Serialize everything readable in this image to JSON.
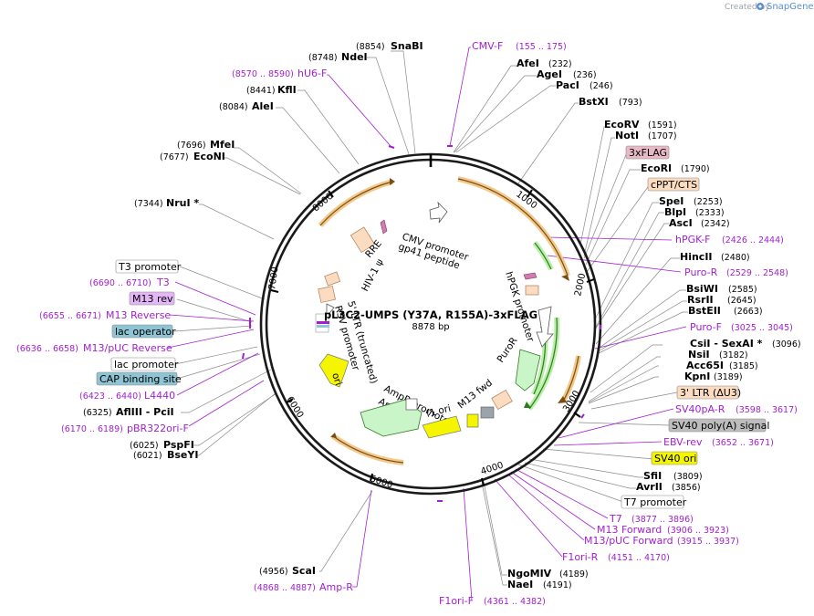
{
  "header": {
    "created_by": "Created by",
    "brand": "SnapGene"
  },
  "plasmid": {
    "name": "pL3C2-UMPS (Y37A, R155A)-3xFLAG",
    "length": "8878 bp"
  },
  "ticks": [
    "1000",
    "2000",
    "3000",
    "4000",
    "5000",
    "6000",
    "7000",
    "8000"
  ],
  "sites": [
    {
      "name": "SnaBI",
      "pos": "(8854)"
    },
    {
      "name": "NdeI",
      "pos": "(8748)"
    },
    {
      "name": "KflI",
      "pos": "(8441)"
    },
    {
      "name": "AleI",
      "pos": "(8084)"
    },
    {
      "name": "MfeI",
      "pos": "(7696)"
    },
    {
      "name": "EcoNI",
      "pos": "(7677)"
    },
    {
      "name": "NruI *",
      "pos": "(7344)"
    },
    {
      "name": "AfeI",
      "pos": "(232)"
    },
    {
      "name": "AgeI",
      "pos": "(236)"
    },
    {
      "name": "PacI",
      "pos": "(246)"
    },
    {
      "name": "BstXI",
      "pos": "(793)"
    },
    {
      "name": "EcoRV",
      "pos": "(1591)"
    },
    {
      "name": "NotI",
      "pos": "(1707)"
    },
    {
      "name": "EcoRI",
      "pos": "(1790)"
    },
    {
      "name": "SpeI",
      "pos": "(2253)"
    },
    {
      "name": "BlpI",
      "pos": "(2333)"
    },
    {
      "name": "AscI",
      "pos": "(2342)"
    },
    {
      "name": "HincII",
      "pos": "(2480)"
    },
    {
      "name": "BsiWI",
      "pos": "(2585)"
    },
    {
      "name": "RsrII",
      "pos": "(2645)"
    },
    {
      "name": "BstEII",
      "pos": "(2663)"
    },
    {
      "name": "CsiI  - SexAI *",
      "pos": "(3096)"
    },
    {
      "name": "NsiI",
      "pos": "(3182)"
    },
    {
      "name": "Acc65I",
      "pos": "(3185)"
    },
    {
      "name": "KpnI",
      "pos": "(3189)"
    },
    {
      "name": "SfiI",
      "pos": "(3809)"
    },
    {
      "name": "AvrII",
      "pos": "(3856)"
    },
    {
      "name": "NgoMIV",
      "pos": "(4189)"
    },
    {
      "name": "NaeI",
      "pos": "(4191)"
    },
    {
      "name": "ScaI",
      "pos": "(4956)"
    },
    {
      "name": "PspFI",
      "pos": "(6025)"
    },
    {
      "name": "BseYI",
      "pos": "(6021)"
    },
    {
      "name": "AflIII  - PciI",
      "pos": "(6325)"
    }
  ],
  "primers": [
    {
      "name": "CMV-F",
      "pos": "(155 .. 175)"
    },
    {
      "name": "hU6-F",
      "pos": "(8570 .. 8590)"
    },
    {
      "name": "hPGK-F",
      "pos": "(2426 .. 2444)"
    },
    {
      "name": "Puro-R",
      "pos": "(2529 .. 2548)"
    },
    {
      "name": "Puro-F",
      "pos": "(3025 .. 3045)"
    },
    {
      "name": "SV40pA-R",
      "pos": "(3598 .. 3617)"
    },
    {
      "name": "EBV-rev",
      "pos": "(3652 .. 3671)"
    },
    {
      "name": "T7",
      "pos": "(3877 .. 3896)"
    },
    {
      "name": "M13 Forward",
      "pos": "(3906 .. 3923)"
    },
    {
      "name": "M13/pUC Forward",
      "pos": "(3915 .. 3937)"
    },
    {
      "name": "F1ori-R",
      "pos": "(4151 .. 4170)"
    },
    {
      "name": "F1ori-F",
      "pos": "(4361 .. 4382)"
    },
    {
      "name": "Amp-R",
      "pos": "(4868 .. 4887)"
    },
    {
      "name": "pBR322ori-F",
      "pos": "(6170 .. 6189)"
    },
    {
      "name": "L4440",
      "pos": "(6423 .. 6440)"
    },
    {
      "name": "M13/pUC Reverse",
      "pos": "(6636 .. 6658)"
    },
    {
      "name": "M13 Reverse",
      "pos": "(6655 .. 6671)"
    },
    {
      "name": "T3",
      "pos": "(6690 .. 6710)"
    }
  ],
  "boxed_features": [
    {
      "name": "3xFLAG",
      "color": "#e8b9c7"
    },
    {
      "name": "cPPT/CTS",
      "color": "#fbdcc1"
    },
    {
      "name": "3' LTR (ΔU3)",
      "color": "#fbdcc1"
    },
    {
      "name": "SV40 poly(A) signal",
      "color": "#bdbdbd"
    },
    {
      "name": "SV40 ori",
      "color": "#f5f500"
    },
    {
      "name": "T7 promoter",
      "color": "#ffffff"
    },
    {
      "name": "T3 promoter",
      "color": "#ffffff"
    },
    {
      "name": "M13 rev",
      "color": "#e3b6f5"
    },
    {
      "name": "lac operator",
      "color": "#8ec4d4"
    },
    {
      "name": "lac promoter",
      "color": "#ffffff"
    },
    {
      "name": "CAP binding site",
      "color": "#8ec4d4"
    }
  ],
  "inner_features": {
    "cmv_promoter": "CMV promoter",
    "gp41": "gp41 peptide",
    "rre": "RRE",
    "hiv_psi": "HIV-1 ψ",
    "ltr5": "5' LTR (truncated)",
    "rsv": "RSV promoter",
    "hpgk": "hPGK promoter",
    "puror": "PuroR",
    "m13fwd": "M13 fwd",
    "f1ori": "f1 ori",
    "ampr_promoter": "AmpR promoter",
    "ampr": "AmpR",
    "ori": "ori"
  },
  "colors": {
    "primer": "#a21fd0",
    "orf": "#f0a030",
    "marker": "#c9f5c9",
    "promoter": "#ffffff"
  }
}
